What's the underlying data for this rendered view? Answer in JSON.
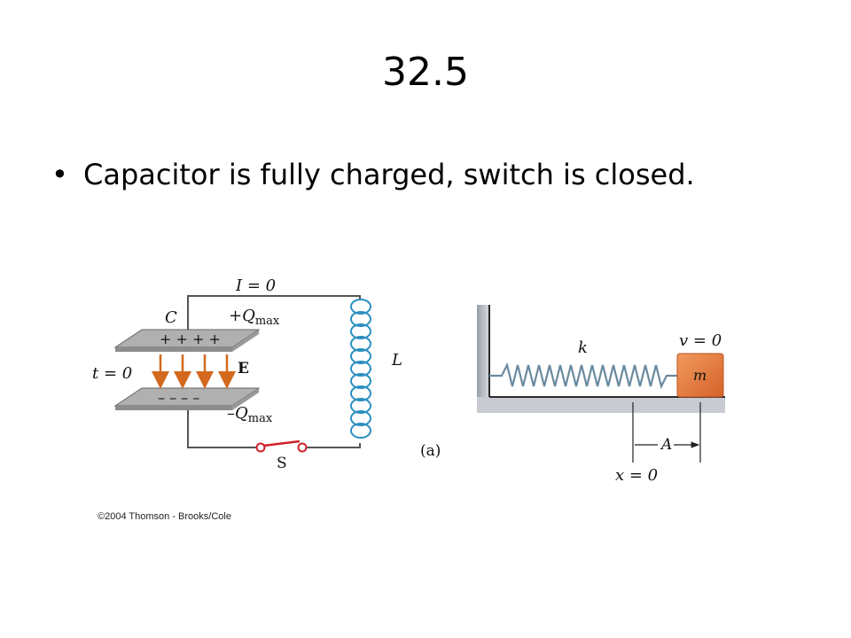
{
  "slide": {
    "title": "32.5",
    "bullet_symbol": "•",
    "bullet": "Capacitor is fully charged, switch is closed."
  },
  "circuit": {
    "current_label": "I = 0",
    "capacitor_label": "C",
    "charge_pos_label": "+Q",
    "charge_pos_sub": "max",
    "plus_signs": "+ + + +",
    "minus_signs": "– – – –",
    "charge_neg_label": "–Q",
    "charge_neg_sub": "max",
    "field_label": "E",
    "time_label": "t = 0",
    "inductor_label": "L",
    "switch_label": "S"
  },
  "figure_label": "(a)",
  "mass_spring": {
    "spring_label": "k",
    "velocity_label": "v = 0",
    "mass_label": "m",
    "amplitude_label": "A",
    "origin_label": "x = 0"
  },
  "copyright": "©2004 Thomson - Brooks/Cole",
  "colors": {
    "wire": "#555555",
    "coil": "#2a8fc0",
    "field_arrow": "#d2691e",
    "switch": "#d0202a",
    "mass_block": "#e8783a",
    "wall": "#b8bcc2",
    "plate": "#a8a8a8"
  }
}
